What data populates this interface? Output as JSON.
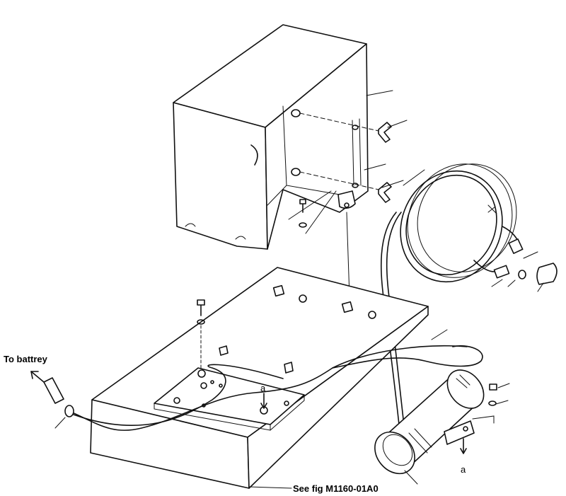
{
  "labels": {
    "battery": "To battrey",
    "see_fig": "See fig M1160-01A0",
    "callout_a_top": "a",
    "callout_a_bottom": "a"
  }
}
